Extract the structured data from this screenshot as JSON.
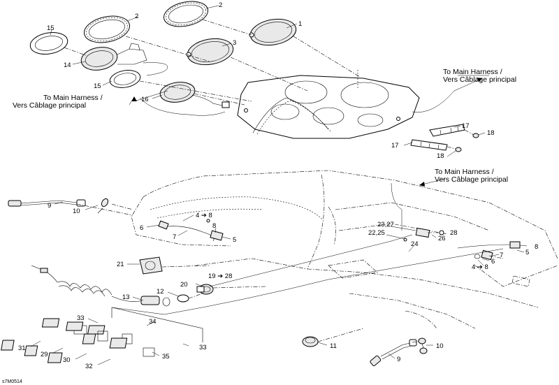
{
  "diagram_ref": "s7M0514",
  "callouts": [
    {
      "id": "c-1",
      "text": "1"
    },
    {
      "id": "c-2a",
      "text": "2"
    },
    {
      "id": "c-2b",
      "text": "2"
    },
    {
      "id": "c-3",
      "text": "3"
    },
    {
      "id": "c-15a",
      "text": "15"
    },
    {
      "id": "c-14",
      "text": "14"
    },
    {
      "id": "c-15b",
      "text": "15"
    },
    {
      "id": "c-16",
      "text": "16"
    },
    {
      "id": "c-17a",
      "text": "17"
    },
    {
      "id": "c-18a",
      "text": "18"
    },
    {
      "id": "c-17b",
      "text": "17"
    },
    {
      "id": "c-18b",
      "text": "18"
    },
    {
      "id": "c-9a",
      "text": "9"
    },
    {
      "id": "c-10a",
      "text": "10"
    },
    {
      "id": "c-4-8a",
      "text": "4 ➔ 8"
    },
    {
      "id": "c-8a",
      "text": "8"
    },
    {
      "id": "c-6a",
      "text": "6"
    },
    {
      "id": "c-7a",
      "text": "7"
    },
    {
      "id": "c-5a",
      "text": "5"
    },
    {
      "id": "c-23-27",
      "text": "23,27"
    },
    {
      "id": "c-22-25",
      "text": "22,25"
    },
    {
      "id": "c-28",
      "text": "28"
    },
    {
      "id": "c-26",
      "text": "26"
    },
    {
      "id": "c-24",
      "text": "24"
    },
    {
      "id": "c-8b",
      "text": "8"
    },
    {
      "id": "c-5b",
      "text": "5"
    },
    {
      "id": "c-7b",
      "text": "7"
    },
    {
      "id": "c-6b",
      "text": "6"
    },
    {
      "id": "c-4-8b",
      "text": "4 ➔ 8"
    },
    {
      "id": "c-21",
      "text": "21"
    },
    {
      "id": "c-19-28",
      "text": "19 ➔ 28"
    },
    {
      "id": "c-20",
      "text": "20"
    },
    {
      "id": "c-12",
      "text": "12"
    },
    {
      "id": "c-13",
      "text": "13"
    },
    {
      "id": "c-33a",
      "text": "33"
    },
    {
      "id": "c-34",
      "text": "34"
    },
    {
      "id": "c-33b",
      "text": "33"
    },
    {
      "id": "c-31",
      "text": "31"
    },
    {
      "id": "c-29",
      "text": "29"
    },
    {
      "id": "c-30",
      "text": "30"
    },
    {
      "id": "c-32",
      "text": "32"
    },
    {
      "id": "c-35",
      "text": "35"
    },
    {
      "id": "c-11",
      "text": "11"
    },
    {
      "id": "c-10b",
      "text": "10"
    },
    {
      "id": "c-9b",
      "text": "9"
    }
  ],
  "notes": {
    "harness_top_right": [
      "To Main Harness /",
      "Vers Câblage principal"
    ],
    "harness_left": [
      "To Main Harness /",
      "Vers Câblage principal"
    ],
    "harness_mid_right": [
      "To Main Harness /",
      "Vers Câblage principal"
    ]
  }
}
